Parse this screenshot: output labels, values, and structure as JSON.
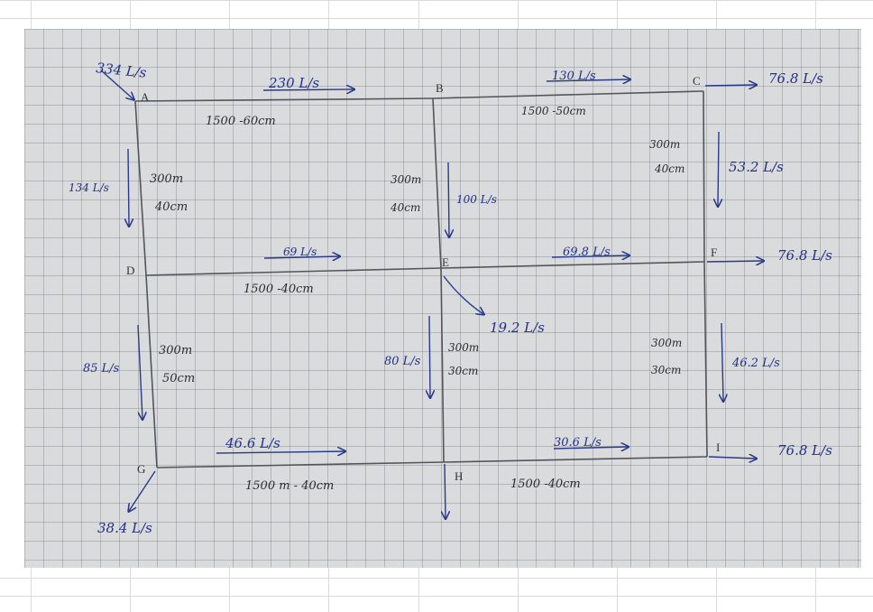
{
  "nodes": {
    "A": "A",
    "B": "B",
    "C": "C",
    "D": "D",
    "E": "E",
    "F": "F",
    "G": "G",
    "H": "H",
    "I": "I"
  },
  "flows": {
    "inflow_A": "334 L/s",
    "pipe_AB": "230 L/s",
    "pipe_BC": "130 L/s",
    "out_C": "76.8 L/s",
    "pipe_AD": "134 L/s",
    "pipe_BE": "100 L/s",
    "pipe_CF": "53.2 L/s",
    "pipe_DE": "69 L/s",
    "pipe_EF": "69.8 L/s",
    "out_F": "76.8 L/s",
    "out_E": "19.2 L/s",
    "pipe_DG": "85 L/s",
    "pipe_EH": "80 L/s",
    "pipe_FI": "46.2 L/s",
    "pipe_GH": "46.6 L/s",
    "pipe_HI": "30.6 L/s",
    "out_I": "76.8 L/s",
    "out_G": "38.4 L/s"
  },
  "pipe_specs": {
    "AB": "1500 -60cm",
    "BC": "1500 -50cm",
    "AD_len": "300m",
    "AD_dia": "40cm",
    "BE_len": "300m",
    "BE_dia": "40cm",
    "CF_len": "300m",
    "CF_dia": "40cm",
    "DE": "1500 -40cm",
    "DG_len": "300m",
    "DG_dia": "50cm",
    "EH_len": "300m",
    "EH_dia": "30cm",
    "FI_len": "300m",
    "FI_dia": "30cm",
    "GH": "1500 m - 40cm",
    "HI": "1500 -40cm"
  },
  "colors": {
    "ink": "#22308a",
    "pipe": "#52565c",
    "paper": "#d9dbdc"
  }
}
